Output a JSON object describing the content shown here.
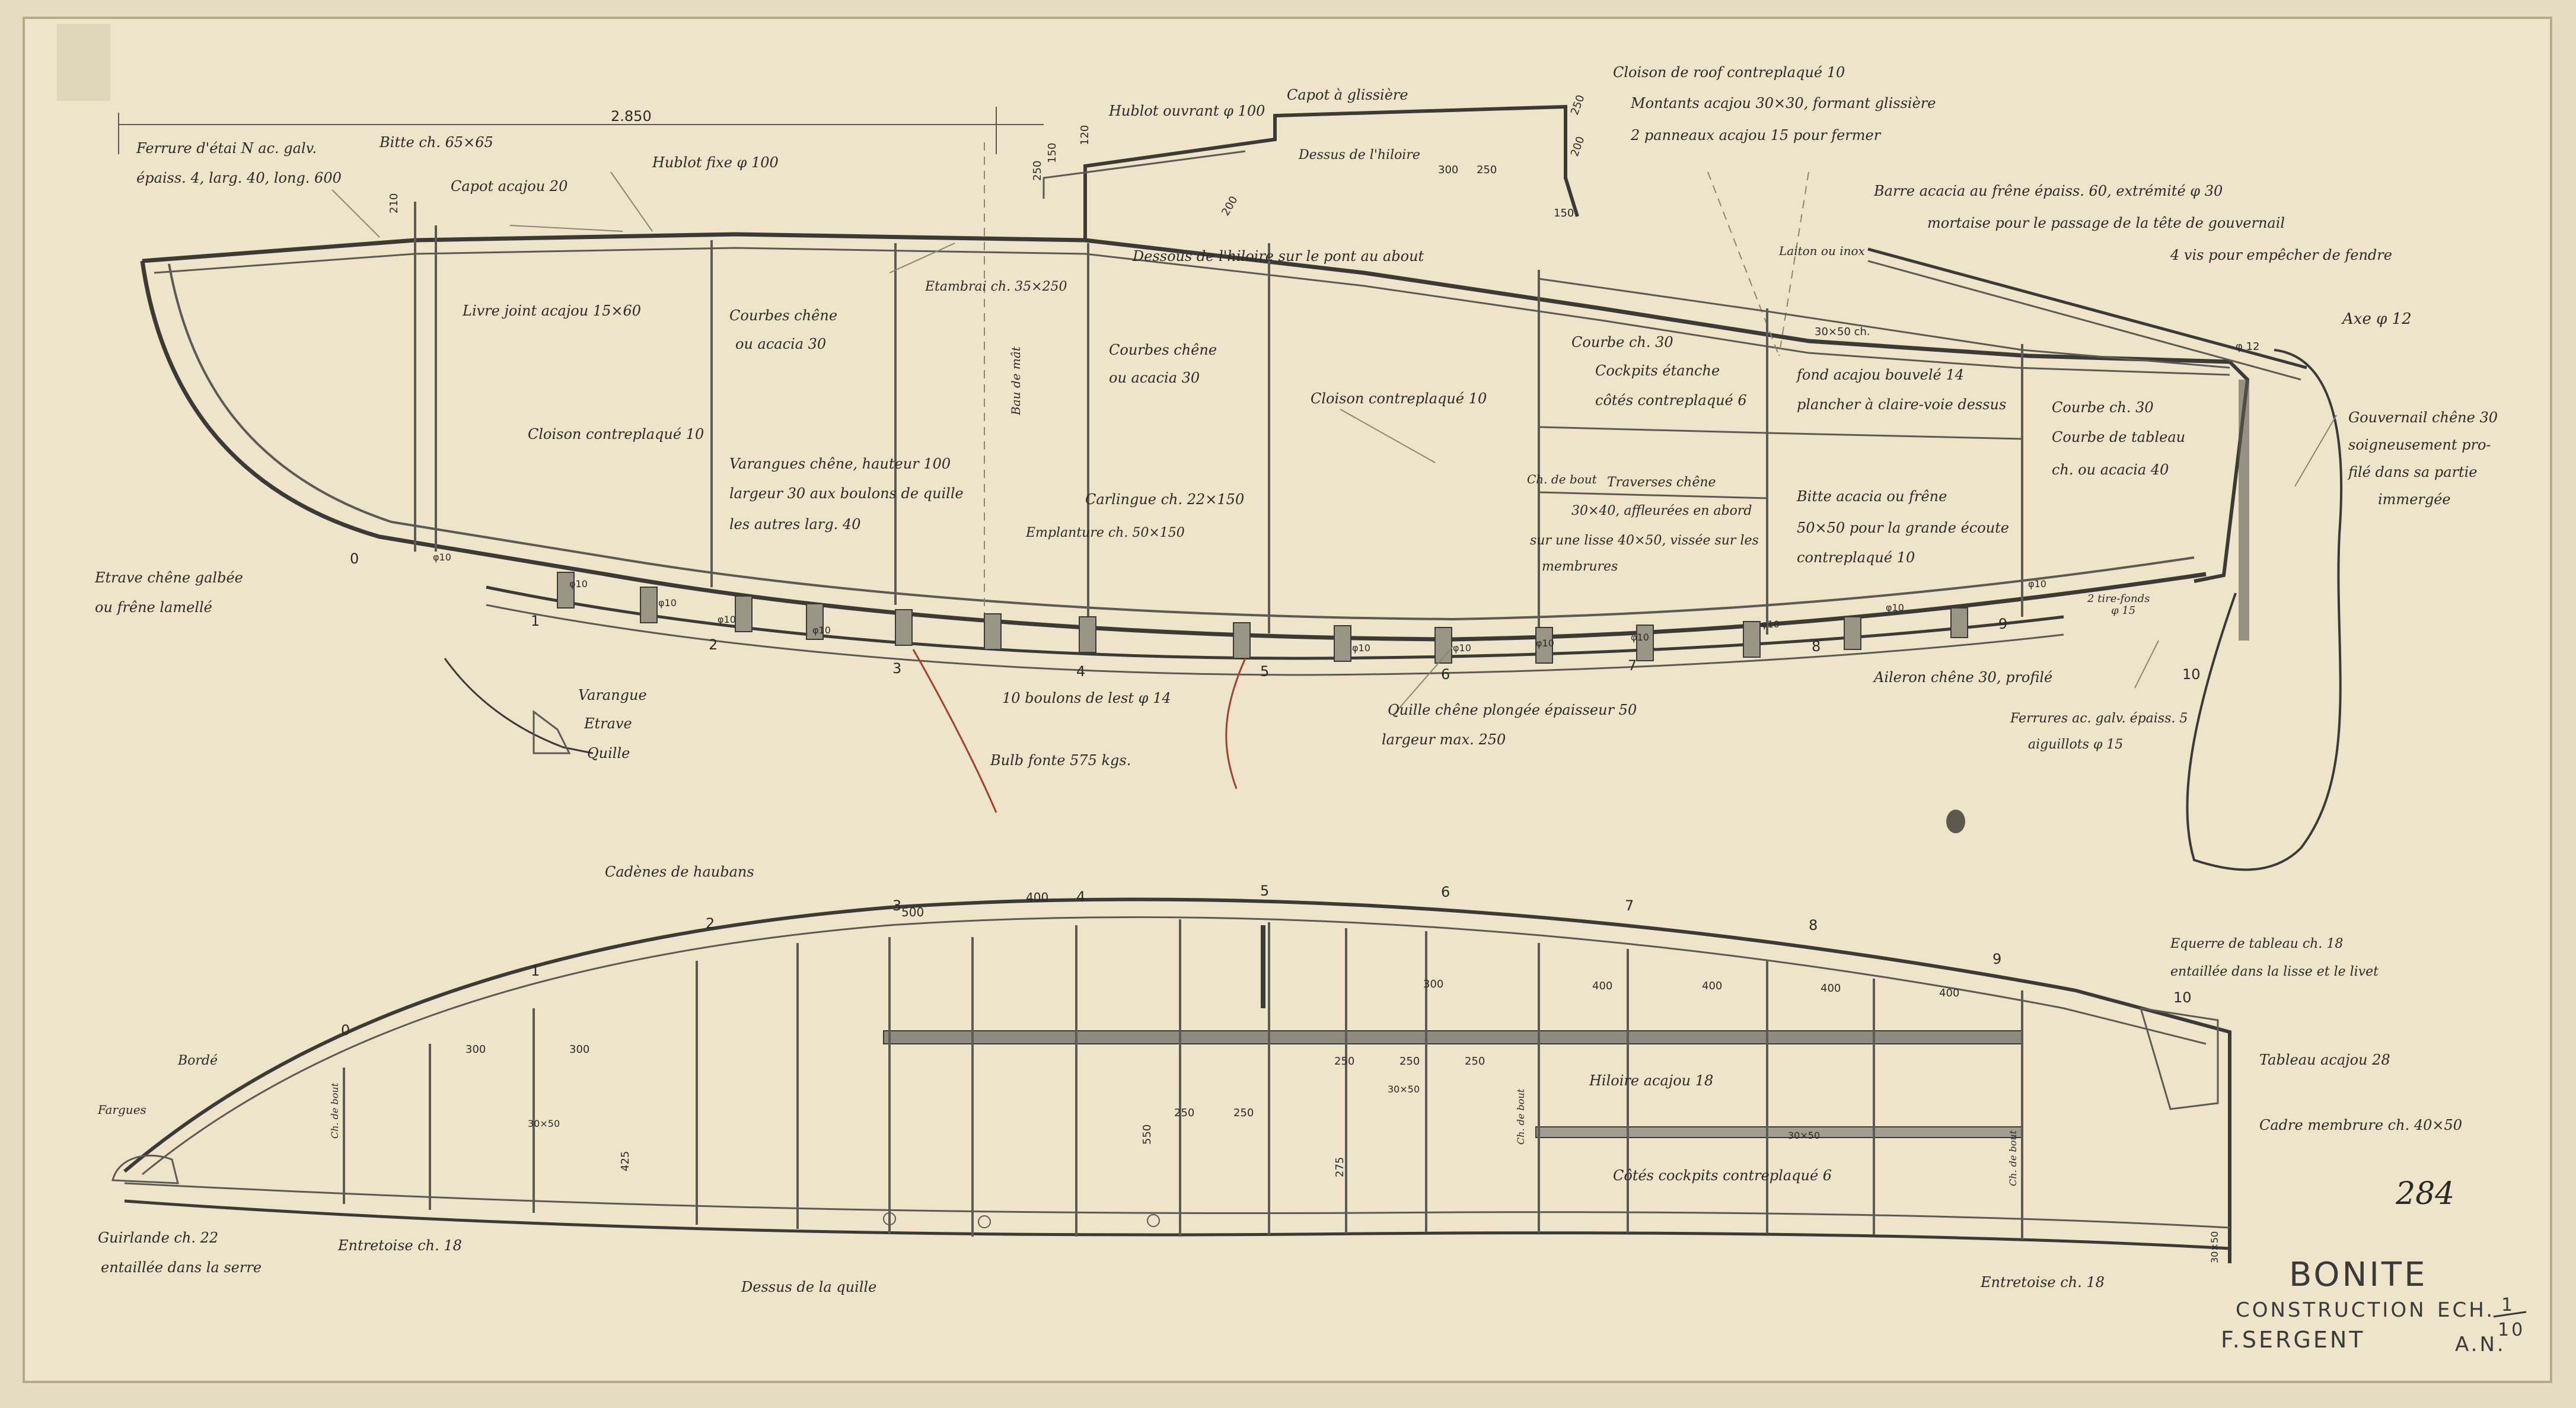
{
  "drawing": {
    "title": "BONITE",
    "subtitle": "CONSTRUCTION",
    "scale_label": "ECH.",
    "scale_num": "1",
    "scale_den": "10",
    "author": "F.SERGENT",
    "initials": "A.N.",
    "stamp": "284"
  },
  "profile": {
    "labels": [
      "Ferrure d'étai N ac. galv.",
      "épaiss. 4, larg. 40, long. 600",
      "Bitte ch. 65×65",
      "Capot acajou 20",
      "Hublot fixe φ 100",
      "Hublot ouvrant φ 100",
      "Capot à glissière",
      "Dessus de l'hiloire",
      "Dessous de l'hiloire sur le pont au about",
      "Cloison de roof contreplaqué 10",
      "Montants acajou 30×30, formant glissière",
      "2 panneaux acajou 15 pour fermer",
      "Barre acacia au frêne épaiss. 60, extrémité φ 30",
      "mortaise pour le passage de la tête de gouvernail",
      "4 vis pour empêcher de fendre",
      "Axe φ 12",
      "Gouvernail chêne 30",
      "soigneusement pro-",
      "filé dans sa partie",
      "immergée",
      "Etambrai ch. 35×250",
      "Courbes chêne",
      "ou acacia 30",
      "Cloison contreplaqué 10",
      "Bau de mât",
      "Courbes chêne",
      "ou acacia 30",
      "Courbe ch. 30",
      "Cockpits étanche",
      "côtés contreplaqué 6",
      "fond acajou bouvelé 14",
      "plancher à claire-voie dessus",
      "Laiton ou inox",
      "Courbe ch. 30",
      "Courbe de tableau",
      "ch. ou acacia 40",
      "Livre joint acajou 15×60",
      "Cloison contreplaqué 10",
      "Varangues chêne, hauteur 100",
      "largeur 30 aux boulons de quille",
      "les autres larg. 40",
      "Emplanture ch. 50×150",
      "Carlingue ch. 22×150",
      "Ch. de bout",
      "Traverses chêne",
      "30×40, affleurées en abord",
      "sur une lisse 40×50, vissée sur les",
      "membrures",
      "Bitte acacia ou frêne",
      "50×50 pour la grande écoute",
      "contreplaqué 10",
      "Etrave chêne galbée",
      "ou frêne lamellé",
      "Varangue",
      "Etrave",
      "Quille",
      "10 boulons de lest φ 14",
      "Quille chêne plongée épaisseur 50",
      "largeur max. 250",
      "Bulb fonte 575 kgs.",
      "Aileron chêne 30, profilé",
      "Ferrures ac. galv. épaiss. 5",
      "aiguillots φ 15",
      "2 tire-fonds",
      "φ 15"
    ],
    "dims": [
      "2.850",
      "300",
      "250",
      "200",
      "150",
      "250",
      "150",
      "120",
      "250",
      "210",
      "200",
      "30×50 ch.",
      "φ 12"
    ],
    "frames": [
      "0",
      "1",
      "2",
      "3",
      "4",
      "5",
      "6",
      "7",
      "8",
      "9",
      "10"
    ],
    "keel_dims": [
      "φ10",
      "φ10",
      "φ10",
      "φ10",
      "φ10",
      "φ10",
      "φ10",
      "φ10",
      "φ10",
      "φ10",
      "φ10",
      "φ10"
    ]
  },
  "plan": {
    "labels": [
      "Cadènes de haubans",
      "Equerre de tableau ch. 18",
      "entaillée dans la lisse et le livet",
      "Tableau acajou 28",
      "Cadre membrure ch. 40×50",
      "Bordé",
      "Fargues",
      "Guirlande ch. 22",
      "entaillée dans la serre",
      "Entretoise ch. 18",
      "Dessus de la quille",
      "Hiloire acajou 18",
      "Côtés cockpits contreplaqué 6",
      "Entretoise ch. 18",
      "Ch. de bout",
      "Ch. de bout",
      "Ch. de bout"
    ],
    "dims": [
      "500",
      "400",
      "300",
      "400",
      "400",
      "400",
      "400",
      "300",
      "300",
      "250",
      "250",
      "250",
      "250",
      "250",
      "30×50",
      "30×50",
      "30×50",
      "550",
      "275",
      "425",
      "30×50"
    ],
    "frames": [
      "0",
      "1",
      "2",
      "3",
      "4",
      "5",
      "6",
      "7",
      "8",
      "9",
      "10"
    ]
  },
  "colors": {
    "paper": "#e9e0c6",
    "ink": "#3b3a36",
    "red": "#a2402e"
  }
}
